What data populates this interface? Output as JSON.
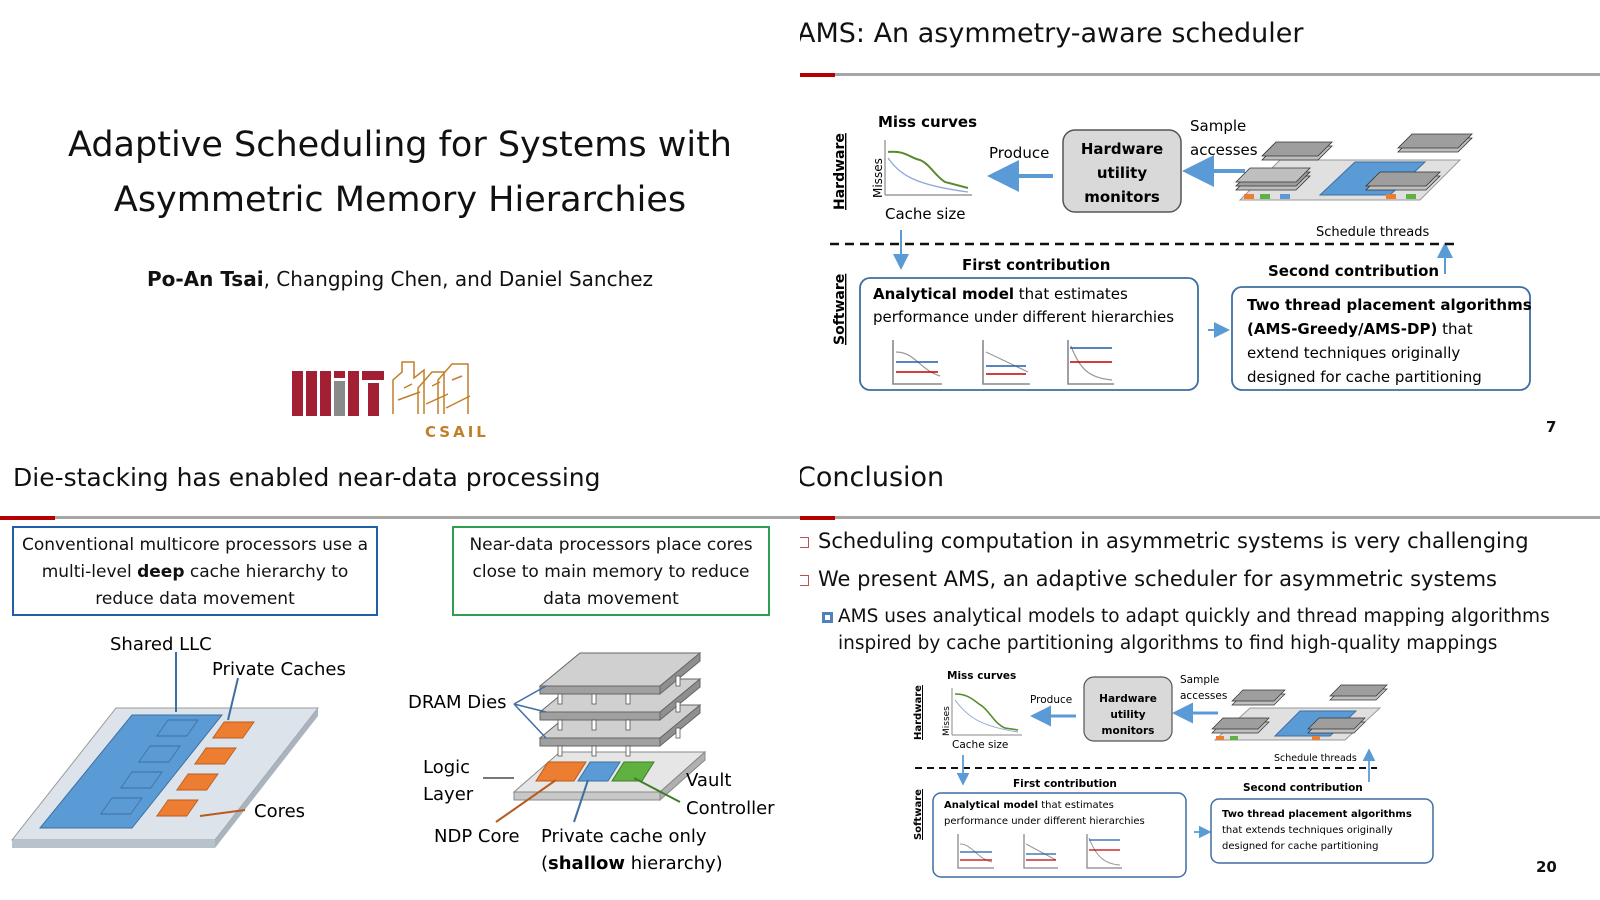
{
  "slide1": {
    "title_line1": "Adaptive Scheduling for Systems with",
    "title_line2": "Asymmetric Memory Hierarchies",
    "author_bold": "Po-An Tsai",
    "author_rest": ", Changping Chen, and Daniel Sanchez",
    "logo_text": "CSAIL"
  },
  "slide2": {
    "title": "AMS: An asymmetry-aware scheduler",
    "page": "7",
    "diagram": {
      "hardware_label": "Hardware",
      "software_label": "Software",
      "miss_curves": "Miss curves",
      "misses": "Misses",
      "cache_size": "Cache size",
      "produce": "Produce",
      "hum_line1": "Hardware",
      "hum_line2": "utility",
      "hum_line3": "monitors",
      "sample1": "Sample",
      "sample2": "accesses",
      "schedule_threads": "Schedule threads",
      "first_contribution": "First contribution",
      "second_contribution": "Second contribution",
      "analytical_bold": "Analytical model",
      "analytical_rest1": " that estimates",
      "analytical_line2": "performance under different hierarchies",
      "tp_line1": "Two thread placement algorithms",
      "tp_line2_bold": "(AMS-Greedy/AMS-DP)",
      "tp_line2_rest": " that",
      "tp_line3": "extend techniques originally",
      "tp_line4": "designed for cache partitioning"
    }
  },
  "slide3": {
    "title": "Die-stacking has enabled near-data processing",
    "box1_pre": "Conventional multicore processors use a multi-level ",
    "box1_bold": "deep",
    "box1_post": " cache hierarchy to reduce data movement",
    "box2": "Near-data processors place cores close to main memory to reduce data movement",
    "shared_llc": "Shared LLC",
    "private_caches": "Private Caches",
    "cores": "Cores",
    "dram_dies": "DRAM Dies",
    "logic1": "Logic",
    "logic2": "Layer",
    "vault1": "Vault",
    "vault2": "Controller",
    "ndp_core": "NDP Core",
    "private_cache_only": "Private cache only",
    "shallow_open": "(",
    "shallow_bold": "shallow",
    "shallow_close": " hierarchy)"
  },
  "slide4": {
    "title": "Conclusion",
    "page": "20",
    "bullet1": "Scheduling computation in asymmetric systems is very challenging",
    "bullet2": "We present AMS, an adaptive scheduler for asymmetric systems",
    "sub1_line1": "AMS uses analytical models to adapt quickly and thread mapping algorithms",
    "sub1_line2": "inspired by cache partitioning algorithms to find high-quality mappings",
    "diagram": {
      "hardware_label": "Hardware",
      "software_label": "Software",
      "miss_curves": "Miss curves",
      "misses": "Misses",
      "cache_size": "Cache size",
      "produce": "Produce",
      "hum_line1": "Hardware",
      "hum_line2": "utility",
      "hum_line3": "monitors",
      "sample1": "Sample",
      "sample2": "accesses",
      "schedule_threads": "Schedule threads",
      "first_contribution": "First contribution",
      "second_contribution": "Second contribution",
      "analytical_bold": "Analytical model",
      "analytical_rest1": " that estimates",
      "analytical_line2": "performance under different hierarchies",
      "tp_line1": "Two thread placement algorithms",
      "tp_line2": "that extends techniques originally",
      "tp_line3": "designed for cache partitioning"
    }
  },
  "colors": {
    "accent_red": "#b30000",
    "rule_gray": "#a6a6a6",
    "blue_box": "#1f5fa8",
    "green_box": "#2e9e4f",
    "cache_blue": "#5b9bd5",
    "core_orange": "#ed7d31",
    "vault_green": "#5fb141",
    "mit_red": "#a31f34",
    "csail_gold": "#c17f2a",
    "arrow_blue": "#5b9bd5"
  }
}
